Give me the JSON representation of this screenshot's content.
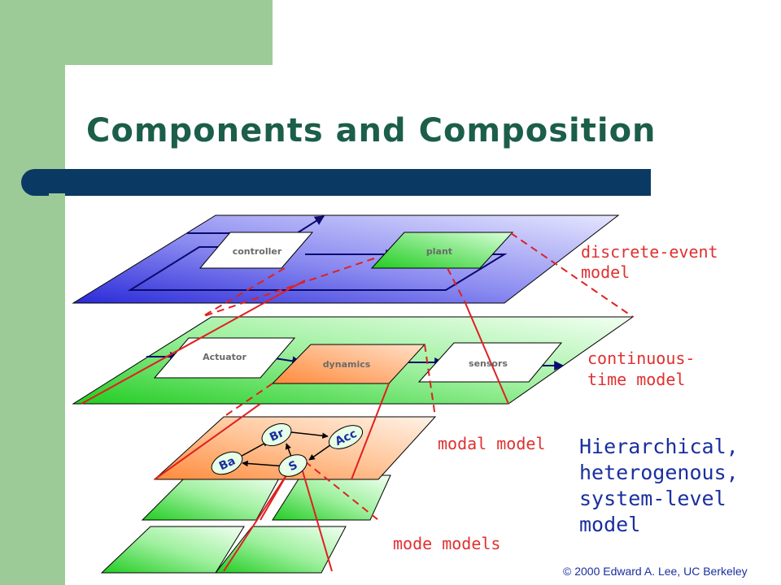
{
  "slide": {
    "title": "Components and Composition",
    "copyright": "© 2000 Edward A. Lee, UC Berkeley"
  },
  "diagram": {
    "layer_labels": {
      "discrete_event": [
        "discrete-event",
        "model"
      ],
      "continuous_time": [
        "continuous-",
        "time model"
      ],
      "modal": "modal model",
      "mode_models": "mode models"
    },
    "de_blocks": {
      "controller": "controller",
      "plant": "plant"
    },
    "ct_blocks": {
      "actuator": "Actuator",
      "dynamics": "dynamics",
      "sensors": "sensors"
    },
    "states": {
      "br": "Br",
      "acc": "Acc",
      "ba": "Ba",
      "s": "S"
    },
    "side_note": [
      "Hierarchical,",
      "heterogenous,",
      "system-level",
      "model"
    ]
  },
  "colors": {
    "blue_band": "#0a3a63",
    "green_band": "#9dcb98",
    "title": "#1b5e4a",
    "red_text": "#e03030",
    "note_text": "#1a2f9e"
  }
}
